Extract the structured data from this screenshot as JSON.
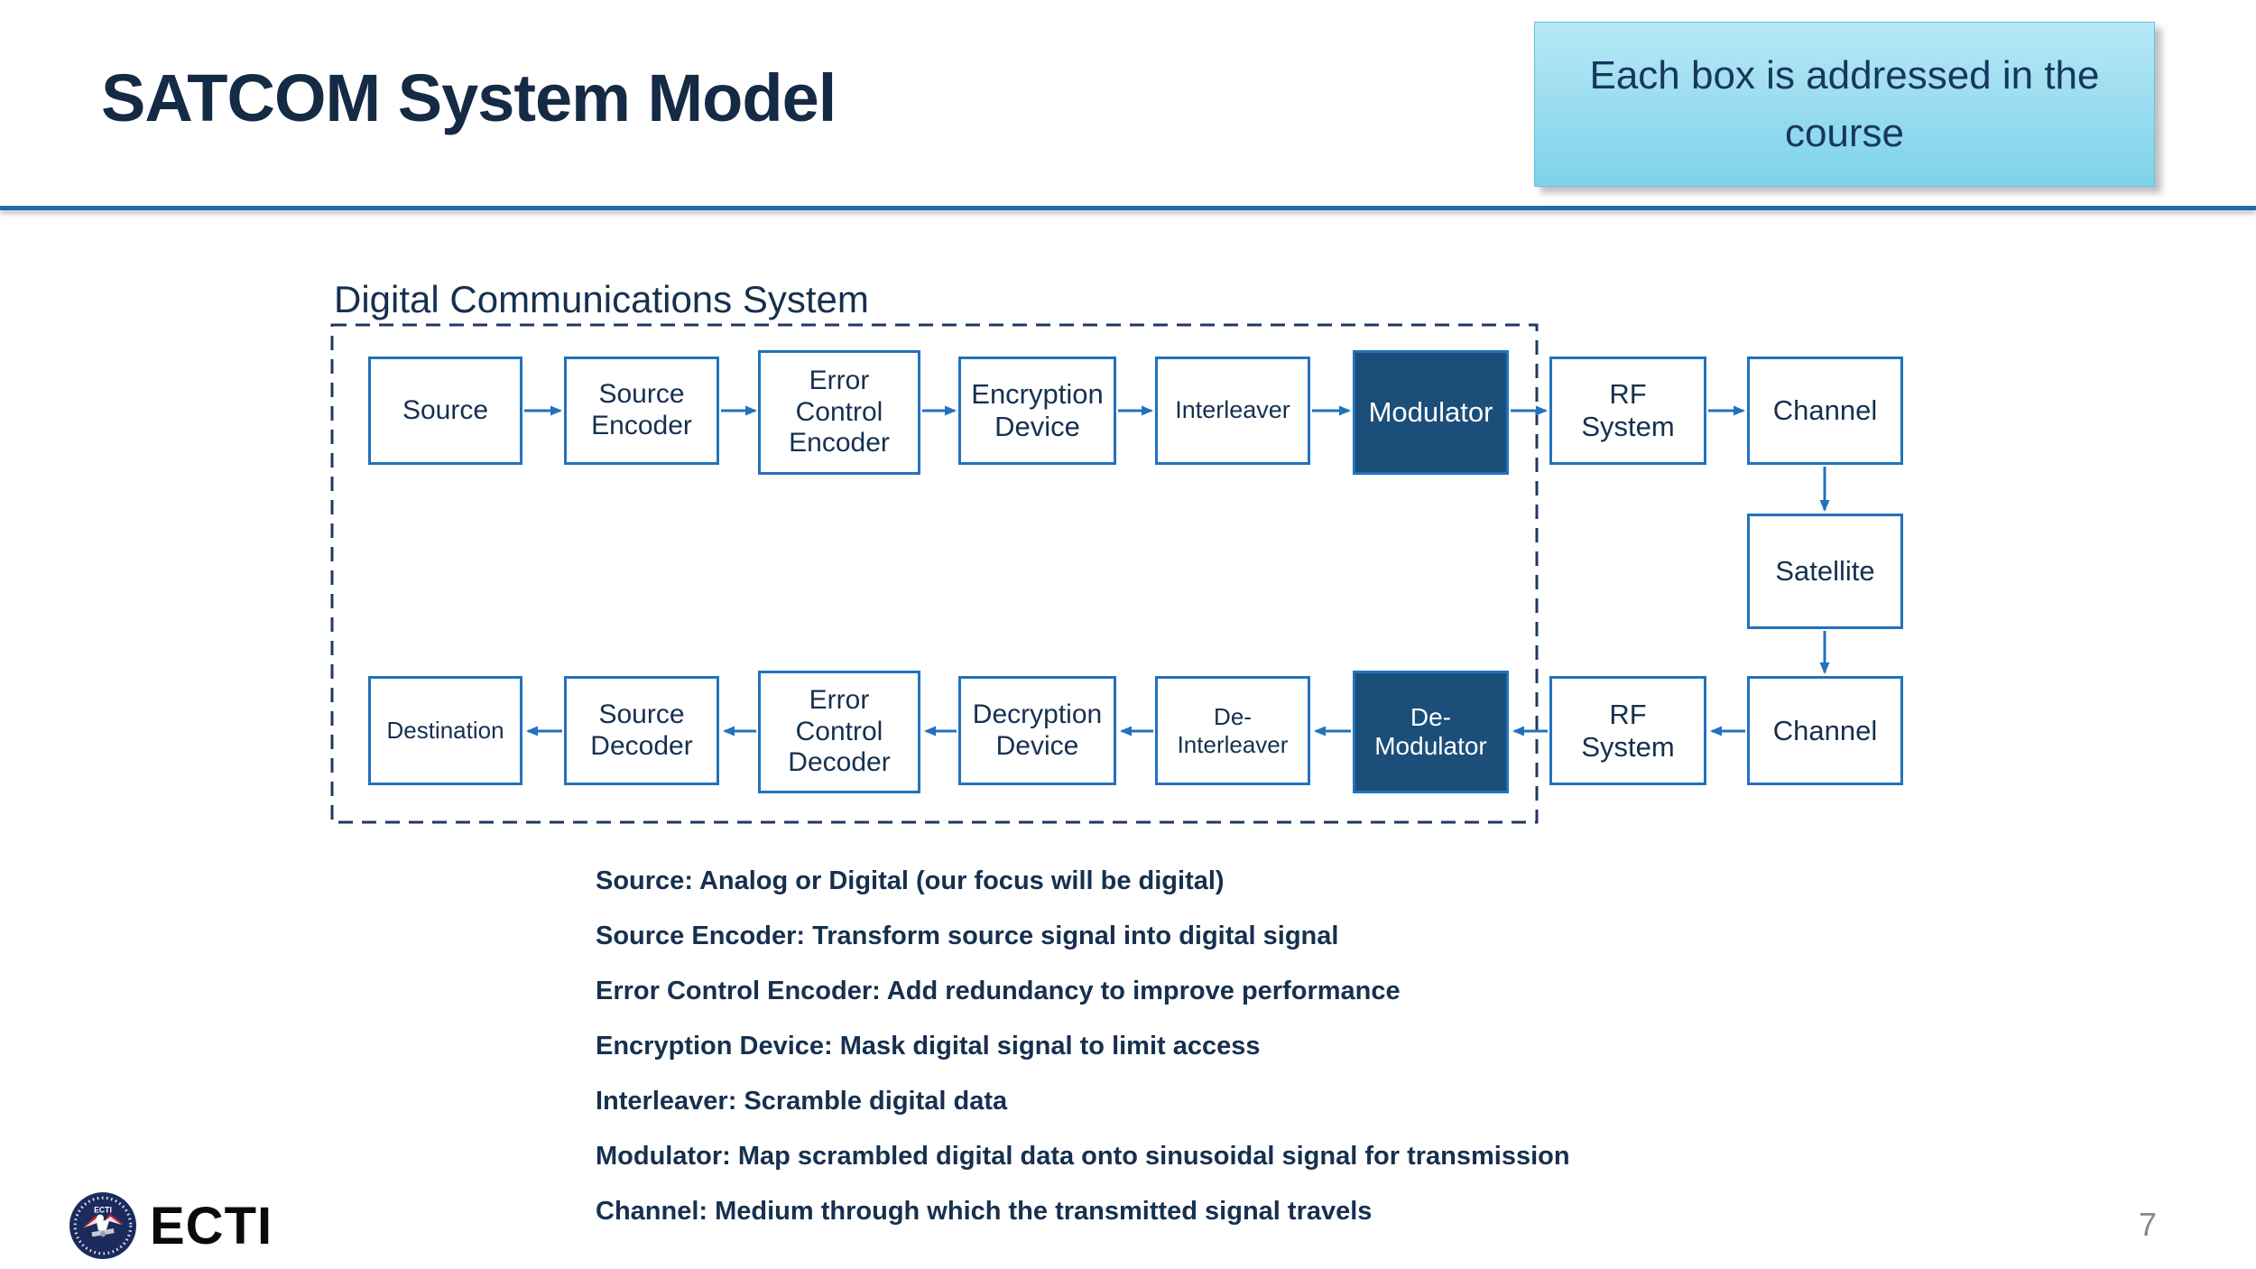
{
  "colors": {
    "accent-blue": "#2272be",
    "box-fill-navy": "#1b4e79",
    "dash-navy": "#1f3864",
    "text-navy": "#16304f",
    "title-navy": "#152a44",
    "rule-blue": "#1e6dae",
    "callout-top": "#b7e8f6",
    "callout-bottom": "#7ed2e9",
    "page-gray": "#85888c"
  },
  "header": {
    "title": "SATCOM System Model"
  },
  "callout": {
    "text": "Each box is addressed in the course"
  },
  "diagram": {
    "label": "Digital Communications System",
    "boxes": [
      {
        "label": "Source"
      },
      {
        "label": "Source\nEncoder"
      },
      {
        "label": "Error\nControl\nEncoder"
      },
      {
        "label": "Encryption\nDevice"
      },
      {
        "label": "Interleaver"
      },
      {
        "label": "Modulator"
      },
      {
        "label": "RF\nSystem"
      },
      {
        "label": "Channel"
      },
      {
        "label": "Satellite"
      },
      {
        "label": "Channel"
      },
      {
        "label": "RF\nSystem"
      },
      {
        "label": "De-\nModulator"
      },
      {
        "label": "De-\nInterleaver"
      },
      {
        "label": "Decryption\nDevice"
      },
      {
        "label": "Error\nControl\nDecoder"
      },
      {
        "label": "Source\nDecoder"
      },
      {
        "label": "Destination"
      }
    ]
  },
  "descriptions": [
    "Source: Analog or Digital (our focus will be digital)",
    "Source Encoder: Transform source signal into digital signal",
    "Error Control Encoder: Add redundancy to improve performance",
    "Encryption Device: Mask digital signal to limit access",
    "Interleaver: Scramble digital data",
    "Modulator: Map scrambled digital data onto sinusoidal signal for transmission",
    "Channel: Medium through which the transmitted signal travels"
  ],
  "footer": {
    "logo_text": "ECTI",
    "emblem_text": "ECTI",
    "page_number": "7"
  }
}
